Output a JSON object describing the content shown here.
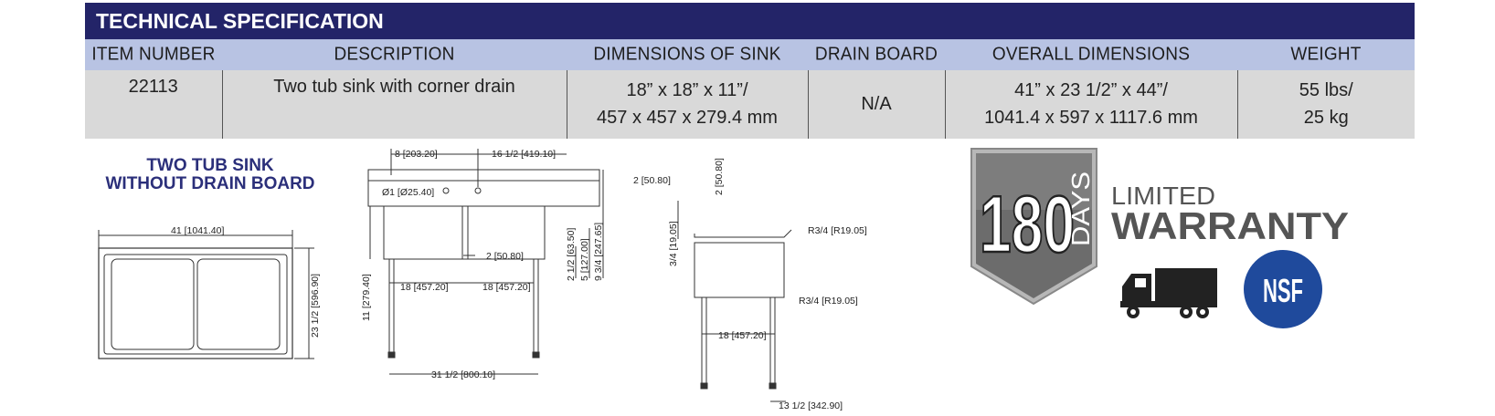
{
  "spec": {
    "title": "TECHNICAL SPECIFICATION",
    "headers": [
      "ITEM NUMBER",
      "DESCRIPTION",
      "DIMENSIONS OF SINK",
      "DRAIN BOARD",
      "OVERALL DIMENSIONS",
      "WEIGHT"
    ],
    "row": {
      "item_number": "22113",
      "description": "Two tub sink with corner drain",
      "sink_dims_1": "18” x 18” x 11”/",
      "sink_dims_2": "457 x 457 x 279.4 mm",
      "drain_board": "N/A",
      "overall_1": "41” x 23 1/2” x 44”/",
      "overall_2": "1041.4 x 597 x 1117.6 mm",
      "weight_1": "55 lbs/",
      "weight_2": "25 kg"
    }
  },
  "drawing_label": {
    "line1": "TWO TUB SINK",
    "line2": "WITHOUT DRAIN BOARD"
  },
  "top_view": {
    "width_dim": "41 [1041.40]",
    "depth_dim": "23 1/2 [596.90]"
  },
  "front_view": {
    "dim_8": "8 [203.20]",
    "dim_16": "16 1/2 [419.10]",
    "dim_drain": "Ø1 [Ø25.40]",
    "dim_2": "2 [50.80]",
    "dim_bowl_1": "18 [457.20]",
    "dim_bowl_2": "18 [457.20]",
    "dim_leg": "31 1/2 [800.10]",
    "dim_11": "11 [279.40]",
    "dim_2half": "2 1/2 [63.50]",
    "dim_5": "5 [127.00]",
    "dim_9": "9 3/4 [247.65]"
  },
  "side_view": {
    "dim_2a": "2 [50.80]",
    "dim_2b": "2 [50.80]",
    "dim_34": "3/4 [19.05]",
    "r_top": "R3/4 [R19.05]",
    "r_bottom": "R3/4 [R19.05]",
    "dim_18": "18 [457.20]",
    "dim_13": "13 1/2 [342.90]"
  },
  "warranty": {
    "number": "180",
    "days": "DAYS",
    "line1": "LIMITED",
    "line2": "WARRANTY"
  },
  "icons": [
    "truck-icon",
    "nsf-logo"
  ],
  "nsf_text": "NSF",
  "colors": {
    "title_bg": "#232468",
    "header_bg": "#b8c3e3",
    "row_bg": "#d9d9d9",
    "label_color": "#2b2f7a",
    "nsf_blue": "#1f4a9c"
  }
}
